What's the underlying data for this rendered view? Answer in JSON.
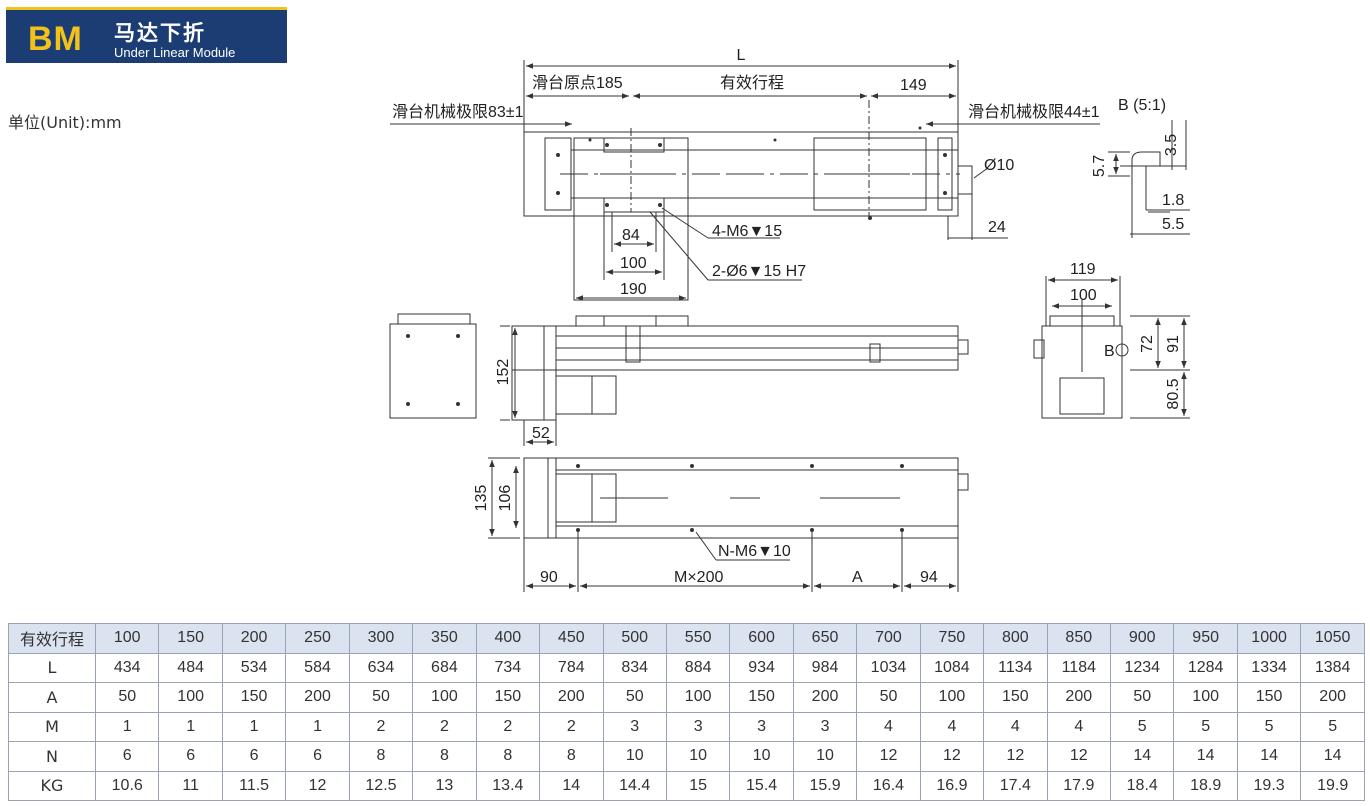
{
  "header": {
    "code": "BM",
    "title_cn": "马达下折",
    "title_en": "Under Linear Module"
  },
  "unit_label": "单位(Unit):mm",
  "colors": {
    "badge_bg": "#1b3d73",
    "badge_accent": "#f2c21b",
    "table_header_bg": "#dbe2f0",
    "line": "#333333"
  },
  "drawing": {
    "labels": {
      "L": "L",
      "origin": "滑台原点185",
      "stroke": "有效行程",
      "d149": "149",
      "limit_left": "滑台机械极限83±1",
      "limit_right": "滑台机械极限44±1",
      "detail_b": "B (5:1)",
      "d3_5": "3.5",
      "d5_7": "5.7",
      "d1_8": "1.8",
      "d5_5": "5.5",
      "phi10": "Ø10",
      "d24": "24",
      "m6": "4-M6▼15",
      "d84": "84",
      "d100": "100",
      "pin": "2-Ø6▼15 H7",
      "d190": "190",
      "d119": "119",
      "d100b": "100",
      "d152": "152",
      "d52": "52",
      "b_mark": "B",
      "d72": "72",
      "d91": "91",
      "d80_5": "80.5",
      "d135": "135",
      "d106": "106",
      "nm6": "N-M6▼10",
      "d90": "90",
      "mx200": "M×200",
      "A": "A",
      "d94": "94"
    }
  },
  "table": {
    "header_label": "有效行程",
    "columns": [
      "100",
      "150",
      "200",
      "250",
      "300",
      "350",
      "400",
      "450",
      "500",
      "550",
      "600",
      "650",
      "700",
      "750",
      "800",
      "850",
      "900",
      "950",
      "1000",
      "1050"
    ],
    "rows": [
      {
        "label": "L",
        "values": [
          "434",
          "484",
          "534",
          "584",
          "634",
          "684",
          "734",
          "784",
          "834",
          "884",
          "934",
          "984",
          "1034",
          "1084",
          "1134",
          "1184",
          "1234",
          "1284",
          "1334",
          "1384"
        ]
      },
      {
        "label": "A",
        "values": [
          "50",
          "100",
          "150",
          "200",
          "50",
          "100",
          "150",
          "200",
          "50",
          "100",
          "150",
          "200",
          "50",
          "100",
          "150",
          "200",
          "50",
          "100",
          "150",
          "200"
        ]
      },
      {
        "label": "M",
        "values": [
          "1",
          "1",
          "1",
          "1",
          "2",
          "2",
          "2",
          "2",
          "3",
          "3",
          "3",
          "3",
          "4",
          "4",
          "4",
          "4",
          "5",
          "5",
          "5",
          "5"
        ]
      },
      {
        "label": "N",
        "values": [
          "6",
          "6",
          "6",
          "6",
          "8",
          "8",
          "8",
          "8",
          "10",
          "10",
          "10",
          "10",
          "12",
          "12",
          "12",
          "12",
          "14",
          "14",
          "14",
          "14"
        ]
      },
      {
        "label": "KG",
        "values": [
          "10.6",
          "11",
          "11.5",
          "12",
          "12.5",
          "13",
          "13.4",
          "14",
          "14.4",
          "15",
          "15.4",
          "15.9",
          "16.4",
          "16.9",
          "17.4",
          "17.9",
          "18.4",
          "18.9",
          "19.3",
          "19.9"
        ]
      }
    ]
  }
}
